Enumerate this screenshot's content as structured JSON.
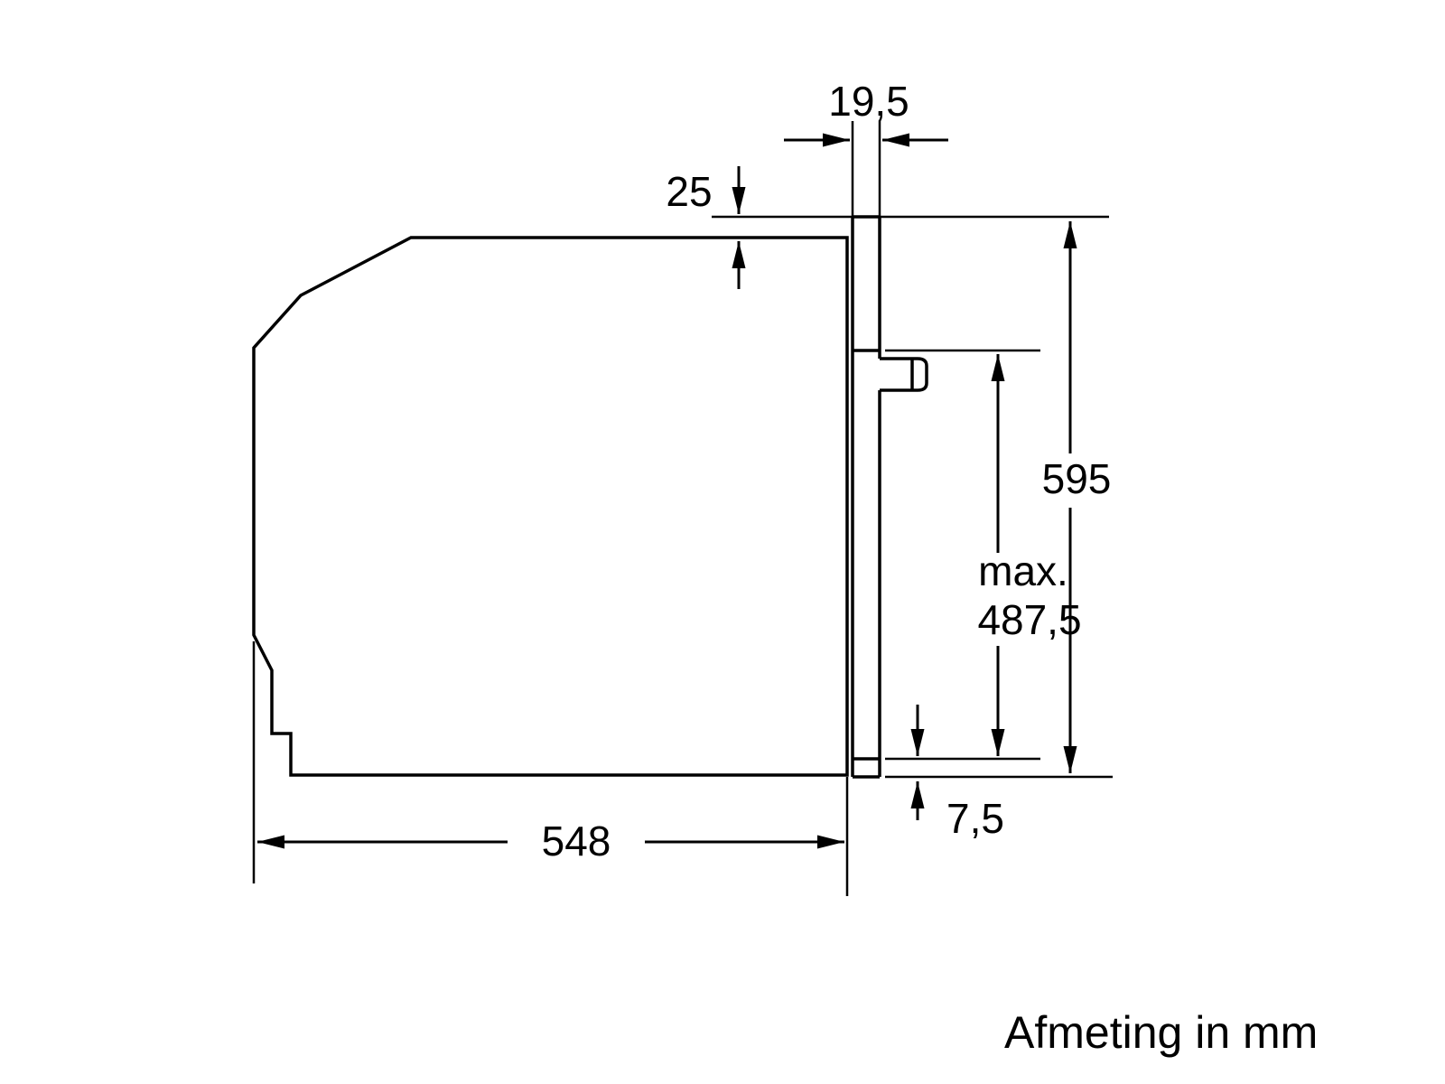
{
  "diagram": {
    "caption": "Afmeting in mm",
    "labels": {
      "panel_thickness": "19,5",
      "top_overhang": "25",
      "front_height": "595",
      "max_prefix": "max.",
      "max_height": "487,5",
      "bottom_offset": "7,5",
      "body_depth": "548"
    },
    "colors": {
      "line": "#000000",
      "background": "#ffffff"
    }
  }
}
